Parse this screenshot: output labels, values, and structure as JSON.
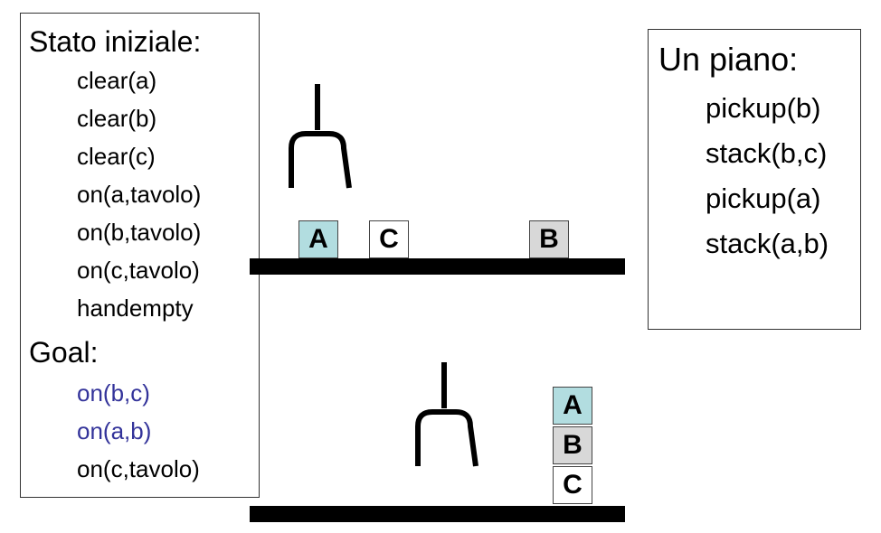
{
  "initial_state": {
    "title": "Stato iniziale:",
    "facts": [
      "clear(a)",
      "clear(b)",
      "clear(c)",
      "on(a,tavolo)",
      "on(b,tavolo)",
      "on(c,tavolo)",
      "handempty"
    ]
  },
  "goal": {
    "title": "Goal:",
    "facts": [
      "on(b,c)",
      "on(a,b)",
      "on(c,tavolo)"
    ]
  },
  "plan": {
    "title": "Un piano:",
    "steps": [
      "pickup(b)",
      "stack(b,c)",
      "pickup(a)",
      "stack(a,b)"
    ]
  },
  "blocks": {
    "a": "A",
    "b": "B",
    "c": "C"
  },
  "colors": {
    "block_a": "#b2dde0",
    "block_b": "#d8d8d8",
    "block_c": "#ffffff",
    "goal_highlight": "#33339a",
    "table": "#000000"
  }
}
